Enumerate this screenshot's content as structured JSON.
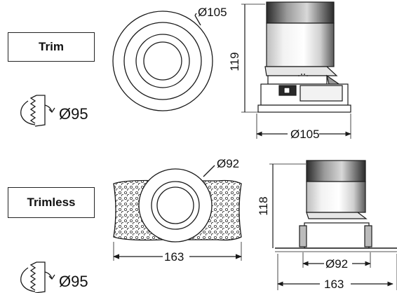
{
  "labels": {
    "trim": "Trim",
    "trimless": "Trimless"
  },
  "trim_section": {
    "front_diameter": "Ø105",
    "height": "119",
    "base_width": "Ø105",
    "cutout": "Ø95"
  },
  "trimless_section": {
    "front_diameter": "Ø92",
    "plate_width": "163",
    "height": "118",
    "inner_diameter": "Ø92",
    "overall_width": "163",
    "cutout": "Ø95"
  },
  "icons": {
    "cutout_symbol": "hand-saw-cut-icon"
  },
  "colors": {
    "line": "#1a1a1a",
    "background": "#ffffff",
    "shade_dark": "#555555",
    "shade_light": "#cfcfcf"
  }
}
